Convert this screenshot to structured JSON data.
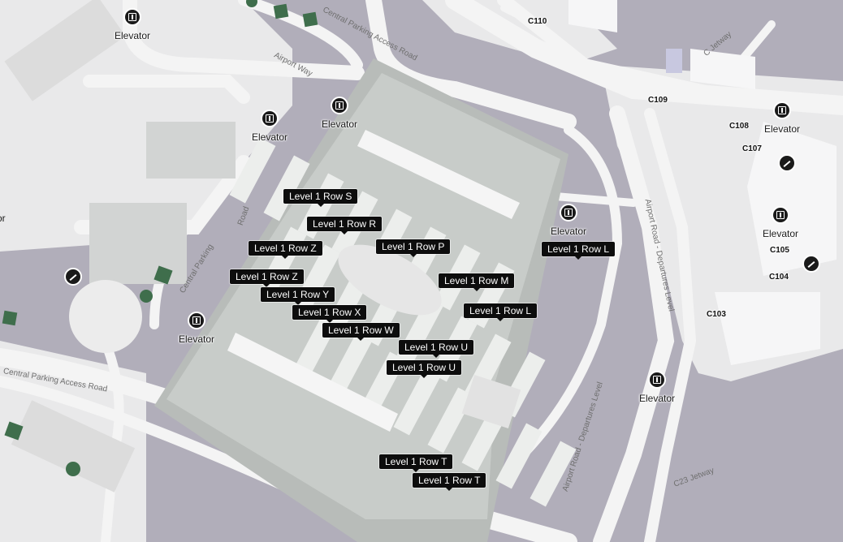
{
  "row_labels": [
    "Level 1 Row S",
    "Level 1 Row R",
    "Level 1 Row Z",
    "Level 1 Row P",
    "Level 1 Row L",
    "Level 1 Row Z",
    "Level 1 Row M",
    "Level 1 Row Y",
    "Level 1 Row X",
    "Level 1 Row L",
    "Level 1 Row W",
    "Level 1 Row U",
    "Level 1 Row U",
    "Level 1 Row T",
    "Level 1 Row T"
  ],
  "elevator_label": "Elevator",
  "gates": [
    "C110",
    "C109",
    "C108",
    "C107",
    "C105",
    "C104",
    "C103"
  ],
  "roads": {
    "central_parking_access_top": "Central Parking Access Road",
    "airport_way": "Airport Way",
    "central_parking": "Central Parking",
    "central_parking_access_left": "Central Parking Access Road",
    "road_stub": "Road",
    "departures_upper": "Airport Road - Departures Level",
    "departures_lower": "Airport Road - Departures Level",
    "c23_jetway": "C23 Jetway",
    "c_jetway": "C Jetway"
  },
  "edge_text": "or",
  "colors": {
    "background": "#b1aeba",
    "road": "#f2f2f2",
    "garage": "#c8ccc9",
    "pin": "#0d0d0d",
    "tree": "#3f6e4c"
  }
}
